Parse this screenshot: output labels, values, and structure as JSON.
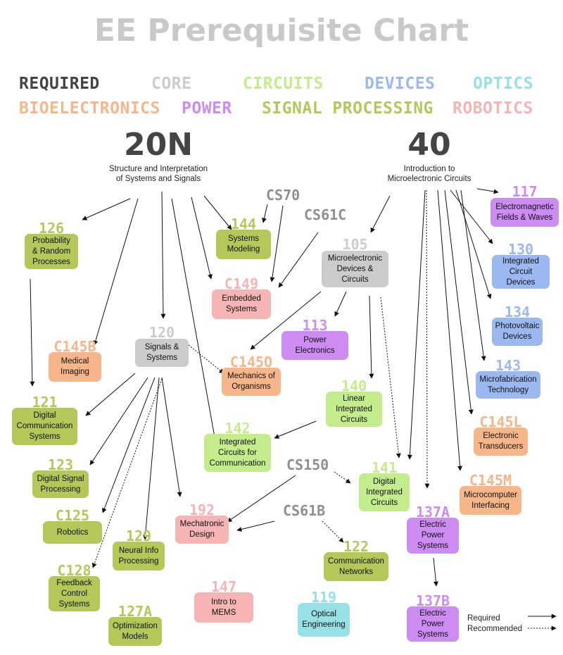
{
  "title": "EE Prerequisite Chart",
  "legend": [
    {
      "name": "REQUIRED",
      "color": "#444444"
    },
    {
      "name": "CORE",
      "color": "#cccccc"
    },
    {
      "name": "CIRCUITS",
      "color": "#c4ec8c"
    },
    {
      "name": "DEVICES",
      "color": "#9bb8f0"
    },
    {
      "name": "OPTICS",
      "color": "#96e0e6"
    },
    {
      "name": "BIOELECTRONICS",
      "color": "#f6b68a"
    },
    {
      "name": "POWER",
      "color": "#cc8cf2"
    },
    {
      "name": "SIGNAL PROCESSING",
      "color": "#b4c85a"
    },
    {
      "name": "ROBOTICS",
      "color": "#f6b4b4"
    }
  ],
  "roots": {
    "ee20n": {
      "code": "20N",
      "desc": "Structure and Interpretation\nof Systems and Signals"
    },
    "ee40": {
      "code": "40",
      "desc": "Introduction to\nMicroelectronic Circuits"
    }
  },
  "floating": {
    "cs70": "CS70",
    "cs61c": "CS61C",
    "cs150": "CS150",
    "cs61b": "CS61B"
  },
  "courses": {
    "c126": {
      "code": "126",
      "label": "Probability\n& Random\nProcesses",
      "category": "SIGNAL PROCESSING"
    },
    "c144": {
      "code": "144",
      "label": "Systems\nModeling",
      "category": "SIGNAL PROCESSING"
    },
    "c149": {
      "code": "C149",
      "label": "Embedded\nSystems",
      "category": "ROBOTICS"
    },
    "c105": {
      "code": "105",
      "label": "Microelectronic\nDevices &\nCircuits",
      "category": "CORE"
    },
    "c113": {
      "code": "113",
      "label": "Power\nElectronics",
      "category": "POWER"
    },
    "c117": {
      "code": "117",
      "label": "Electromagnetic\nFields & Waves",
      "category": "POWER"
    },
    "c130": {
      "code": "130",
      "label": "Integrated\nCircuit\nDevices",
      "category": "DEVICES"
    },
    "c134": {
      "code": "134",
      "label": "Photovoltaic\nDevices",
      "category": "DEVICES"
    },
    "c143": {
      "code": "143",
      "label": "Microfabrication\nTechnology",
      "category": "DEVICES"
    },
    "c145b": {
      "code": "C145B",
      "label": "Medical\nImaging",
      "category": "BIOELECTRONICS"
    },
    "c120": {
      "code": "120",
      "label": "Signals &\nSystems",
      "category": "CORE"
    },
    "c145o": {
      "code": "C145O",
      "label": "Mechanics of\nOrganisms",
      "category": "BIOELECTRONICS"
    },
    "c140": {
      "code": "140",
      "label": "Linear\nIntegrated\nCircuits",
      "category": "CIRCUITS"
    },
    "c121": {
      "code": "121",
      "label": "Digital\nCommunication\nSystems",
      "category": "SIGNAL PROCESSING"
    },
    "c142": {
      "code": "142",
      "label": "Integrated\nCircuits for\nCommunication",
      "category": "CIRCUITS"
    },
    "c145l": {
      "code": "C145L",
      "label": "Electronic\nTransducers",
      "category": "BIOELECTRONICS"
    },
    "c123": {
      "code": "123",
      "label": "Digital Signal\nProcessing",
      "category": "SIGNAL PROCESSING"
    },
    "c141": {
      "code": "141",
      "label": "Digital\nIntegrated\nCircuits",
      "category": "CIRCUITS"
    },
    "c145m": {
      "code": "C145M",
      "label": "Microcomputer\nInterfacing",
      "category": "BIOELECTRONICS"
    },
    "c125": {
      "code": "C125",
      "label": "Robotics",
      "category": "SIGNAL PROCESSING"
    },
    "c192": {
      "code": "192",
      "label": "Mechatronic\nDesign",
      "category": "ROBOTICS"
    },
    "c137a": {
      "code": "137A",
      "label": "Electric\nPower\nSystems",
      "category": "POWER"
    },
    "c129": {
      "code": "129",
      "label": "Neural Info\nProcessing",
      "category": "SIGNAL PROCESSING"
    },
    "c122": {
      "code": "122",
      "label": "Communication\nNetworks",
      "category": "SIGNAL PROCESSING"
    },
    "c128": {
      "code": "C128",
      "label": "Feedback\nControl\nSystems",
      "category": "SIGNAL PROCESSING"
    },
    "c147": {
      "code": "147",
      "label": "Intro to\nMEMS",
      "category": "ROBOTICS"
    },
    "c119": {
      "code": "119",
      "label": "Optical\nEngineering",
      "category": "OPTICS"
    },
    "c127a": {
      "code": "127A",
      "label": "Optimization\nModels",
      "category": "SIGNAL PROCESSING"
    },
    "c137b": {
      "code": "137B",
      "label": "Electric\nPower\nSystems",
      "category": "POWER"
    }
  },
  "key": {
    "required": "Required",
    "recommended": "Recommended"
  }
}
